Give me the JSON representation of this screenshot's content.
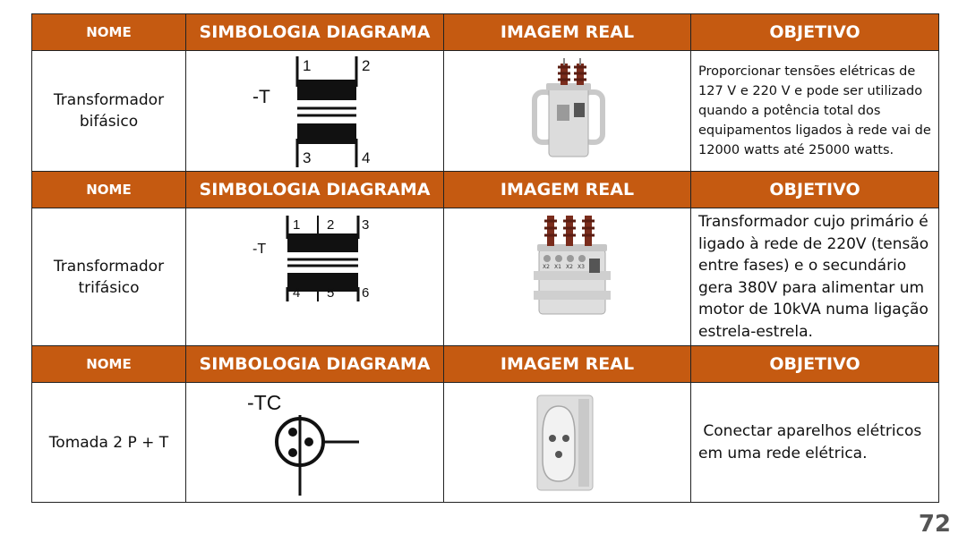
{
  "headers": {
    "nome": "NOME",
    "simbologia": "SIMBOLOGIA DIAGRAMA",
    "imagem": "IMAGEM REAL",
    "objetivo": "OBJETIVO"
  },
  "rows": [
    {
      "name_line1": "Transformador",
      "name_line2": "bifásico",
      "symbol": {
        "tag": "-T",
        "terminals_top": [
          "1",
          "2"
        ],
        "terminals_bottom": [
          "3",
          "4"
        ]
      },
      "objective": "Proporcionar tensões elétricas de 127 V e 220 V e pode ser utilizado quando a potência total dos equipamentos ligados à rede vai de 12000 watts até 25000 watts."
    },
    {
      "name_line1": "Transformador",
      "name_line2": "trifásico",
      "symbol": {
        "tag": "-T",
        "terminals_top": [
          "1",
          "2",
          "3"
        ],
        "terminals_bottom": [
          "4",
          "5",
          "6"
        ]
      },
      "objective": "Transformador cujo primário é ligado à rede de 220V (tensão entre fases) e o secundário gera 380V para alimentar um motor de 10kVA numa ligação estrela-estrela.",
      "photo_labels": [
        "X2",
        "X1",
        "X2",
        "X3"
      ]
    },
    {
      "name_line1": "Tomada 2 P + T",
      "symbol": {
        "tag": "-TC"
      },
      "objective": " Conectar aparelhos elétricos em uma rede elétrica."
    }
  ],
  "page_number": "72"
}
